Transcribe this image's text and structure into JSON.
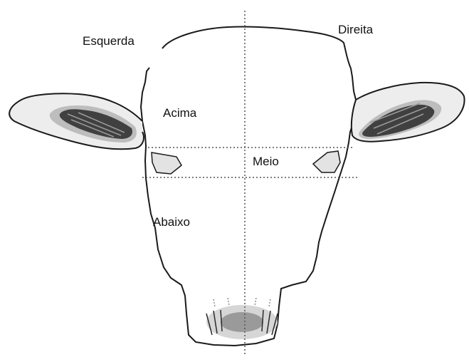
{
  "labels": {
    "left": "Esquerda",
    "right": "Direita",
    "top": "Acima",
    "middle": "Meio",
    "bottom": "Abaixo"
  },
  "colors": {
    "outline": "#1a1a1a",
    "guide": "#555555",
    "shading": "#9a9a9a",
    "dark": "#2a2a2a"
  }
}
